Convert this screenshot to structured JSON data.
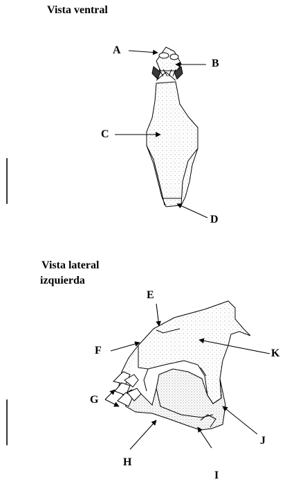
{
  "view_ventral": {
    "title": "Vista ventral"
  },
  "view_lateral": {
    "title_line1": "Vista lateral",
    "title_line2": "izquierda"
  },
  "labels": {
    "A": "A",
    "B": "B",
    "C": "C",
    "D": "D",
    "E": "E",
    "F": "F",
    "G": "G",
    "H": "H",
    "I": "I",
    "J": "J",
    "K": "K"
  },
  "colors": {
    "ink": "#000000",
    "stipple": "#8a8a8a",
    "background": "#ffffff"
  }
}
